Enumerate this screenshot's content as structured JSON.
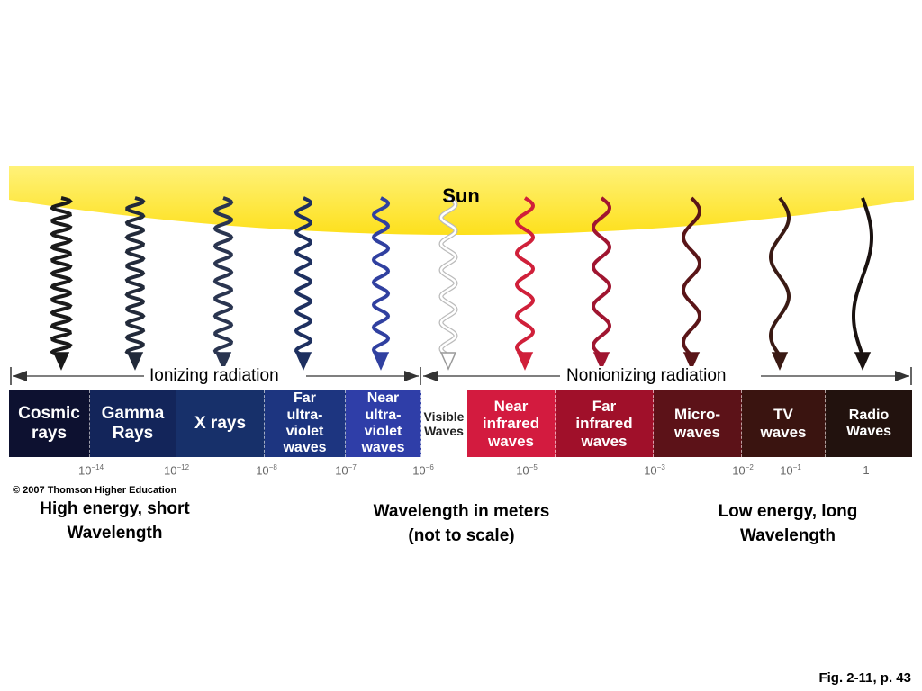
{
  "sun_label": "Sun",
  "ionizing_label": "Ionizing radiation",
  "nonionizing_label": "Nonionizing radiation",
  "bands": [
    {
      "label": "Cosmic\nrays",
      "color": "#0d1130",
      "wave_color": "#1a1a1a"
    },
    {
      "label": "Gamma\nRays",
      "color": "#13255a",
      "wave_color": "#222a3a"
    },
    {
      "label": "X rays",
      "color": "#17306a",
      "wave_color": "#2a3550"
    },
    {
      "label": "Far\nultra-\nviolet\nwaves",
      "color": "#1d3580",
      "wave_color": "#1e3060"
    },
    {
      "label": "Near\nultra-\nviolet\nwaves",
      "color": "#2f3ea8",
      "wave_color": "#3040a0"
    },
    {
      "label": "Visible\nWaves",
      "color": "#ffffff",
      "wave_color": "#bbbbbb"
    },
    {
      "label": "Near\ninfrared\nwaves",
      "color": "#d31b3f",
      "wave_color": "#d0203a"
    },
    {
      "label": "Far\ninfrared\nwaves",
      "color": "#a0102a",
      "wave_color": "#a01530"
    },
    {
      "label": "Micro-\nwaves",
      "color": "#5c1218",
      "wave_color": "#5a1518"
    },
    {
      "label": "TV\nwaves",
      "color": "#3a1410",
      "wave_color": "#3a1a14"
    },
    {
      "label": "Radio\nWaves",
      "color": "#22120e",
      "wave_color": "#1a1210"
    }
  ],
  "ticks": [
    {
      "base": "10",
      "exp": "−14"
    },
    {
      "base": "10",
      "exp": "−12"
    },
    {
      "base": "10",
      "exp": "−8"
    },
    {
      "base": "10",
      "exp": "−7"
    },
    {
      "base": "10",
      "exp": "−6"
    },
    {
      "base": "10",
      "exp": "−5"
    },
    {
      "base": "10",
      "exp": "−3"
    },
    {
      "base": "10",
      "exp": "−2"
    },
    {
      "base": "10",
      "exp": "−1"
    },
    {
      "base": "1",
      "exp": ""
    }
  ],
  "copyright": "© 2007 Thomson Higher Education",
  "caption_left": "High energy, short\nWavelength",
  "caption_center": "Wavelength in meters\n(not to scale)",
  "caption_right": "Low energy, long\nWavelength",
  "figure_ref": "Fig. 2-11, p. 43",
  "colors": {
    "sun": "#fde632",
    "sun_edge": "#f4d000"
  }
}
